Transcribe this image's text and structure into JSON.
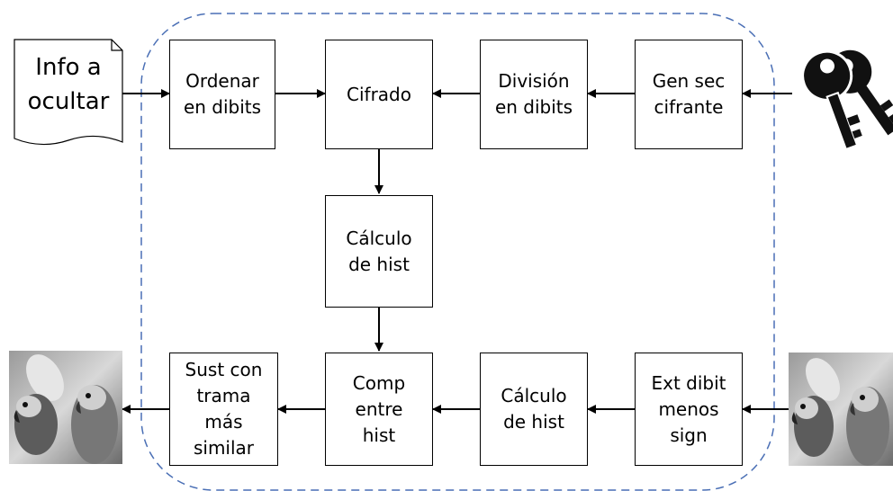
{
  "diagram": {
    "input_document": {
      "label": "Info a\nocultar"
    },
    "boxes": {
      "ordenar": "Ordenar\nen dibits",
      "cifrado": "Cifrado",
      "division": "División\nen dibits",
      "gen_sec": "Gen sec\ncifrante",
      "calculo_hist_1": "Cálculo\nde hist",
      "sust": "Sust con\ntrama\nmás\nsimilar",
      "comp": "Comp\nentre\nhist",
      "calculo_hist_2": "Cálculo\nde hist",
      "ext_dibit": "Ext dibit\nmenos\nsign"
    },
    "icons": {
      "keys": "keys-icon",
      "input_image": "parrots-image",
      "output_image": "parrots-image"
    },
    "colors": {
      "boundary": "#4a6fb5",
      "box_border": "#000000",
      "arrows": "#000000"
    }
  }
}
